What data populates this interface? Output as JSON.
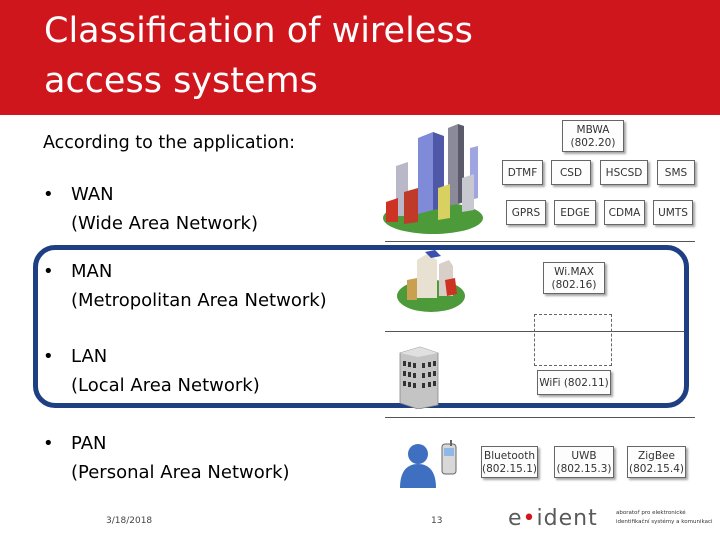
{
  "header": {
    "title_line1": "Classification of wireless",
    "title_line2": "access systems",
    "bg_color": "#d0161d"
  },
  "subtitle": "According to the application:",
  "bullets": [
    {
      "head": "WAN",
      "sub": "(Wide Area Network)"
    },
    {
      "head": "MAN",
      "sub": "(Metropolitan Area Network)"
    },
    {
      "head": "LAN",
      "sub": "(Local Area Network)"
    },
    {
      "head": "PAN",
      "sub": "(Personal Area Network)"
    }
  ],
  "bullet_symbol": "•",
  "frame_color": "#1f3f83",
  "tags": {
    "mbwa": {
      "line1": "MBWA",
      "line2": "(802.20)"
    },
    "dtmf": "DTMF",
    "csd": "CSD",
    "hscsd": "HSCSD",
    "sms": "SMS",
    "gprs": "GPRS",
    "edge": "EDGE",
    "cdma": "CDMA",
    "umts": "UMTS",
    "wimax": {
      "line1": "Wi.MAX",
      "line2": "(802.16)"
    },
    "wifi": "WiFi (802.11)",
    "bluetooth": {
      "line1": "Bluetooth",
      "line2": "(802.15.1)"
    },
    "uwb": {
      "line1": "UWB",
      "line2": "(802.15.3)"
    },
    "zigbee": {
      "line1": "ZigBee",
      "line2": "(802.15.4)"
    }
  },
  "icons": [
    "city-skyline-icon",
    "city-block-icon",
    "office-building-icon",
    "person-phone-icon"
  ],
  "footer": {
    "date": "3/18/2018",
    "page": "13",
    "logo_prefix": "e",
    "logo_dot": "•",
    "logo_suffix": "ident",
    "logo_text": "aboratoř pro elektronické identifikační systémy a komunikaci"
  }
}
